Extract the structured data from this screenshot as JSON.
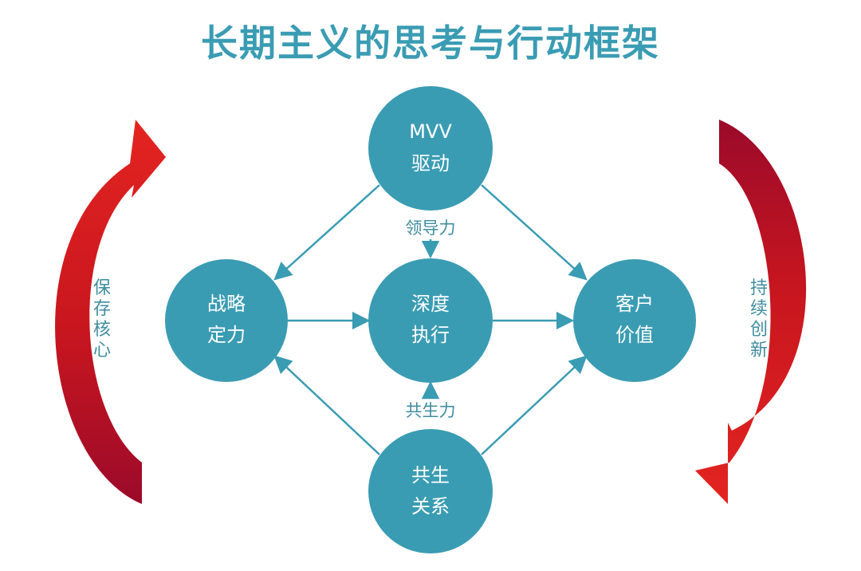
{
  "title": "长期主义的思考与行动框架",
  "colors": {
    "node": "#3a9cb3",
    "arrow": "#3a9cb3",
    "title": "#3a9cb3",
    "curve_light": "#e32420",
    "curve_dark": "#9b0a2a"
  },
  "nodes": {
    "mvv": [
      "MVV",
      "驱动"
    ],
    "strategy": [
      "战略",
      "定力"
    ],
    "execution": [
      "深度",
      "执行"
    ],
    "customer": [
      "客户",
      "价值"
    ],
    "symbiosis": [
      "共生",
      "关系"
    ]
  },
  "edge_labels": {
    "leadership": "领导力",
    "symbiosis_force": "共生力"
  },
  "side_labels": {
    "left": [
      "保",
      "存",
      "核",
      "心"
    ],
    "right": [
      "持",
      "续",
      "创",
      "新"
    ]
  }
}
